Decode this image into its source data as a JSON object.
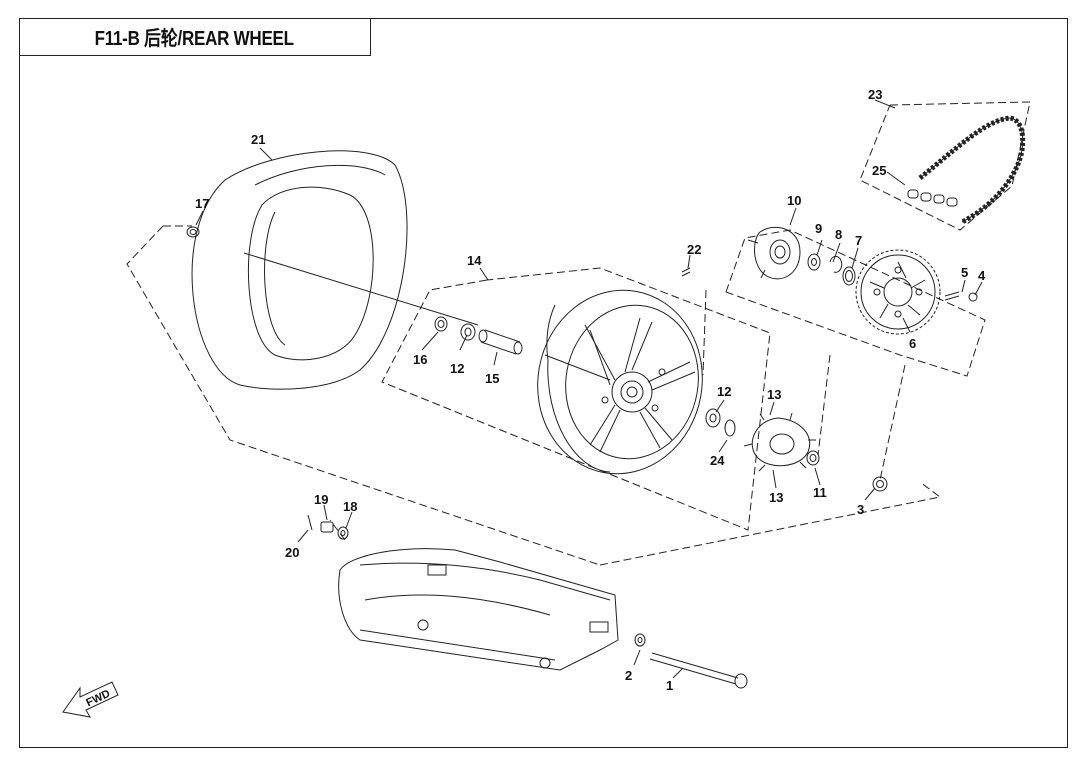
{
  "title": "F11-B 后轮/REAR WHEEL",
  "fwd_label": "FWD",
  "callouts": [
    "1",
    "2",
    "3",
    "4",
    "5",
    "6",
    "7",
    "8",
    "9",
    "10",
    "11",
    "12",
    "12",
    "13",
    "13",
    "14",
    "15",
    "16",
    "17",
    "18",
    "19",
    "20",
    "21",
    "22",
    "23",
    "24",
    "25"
  ]
}
